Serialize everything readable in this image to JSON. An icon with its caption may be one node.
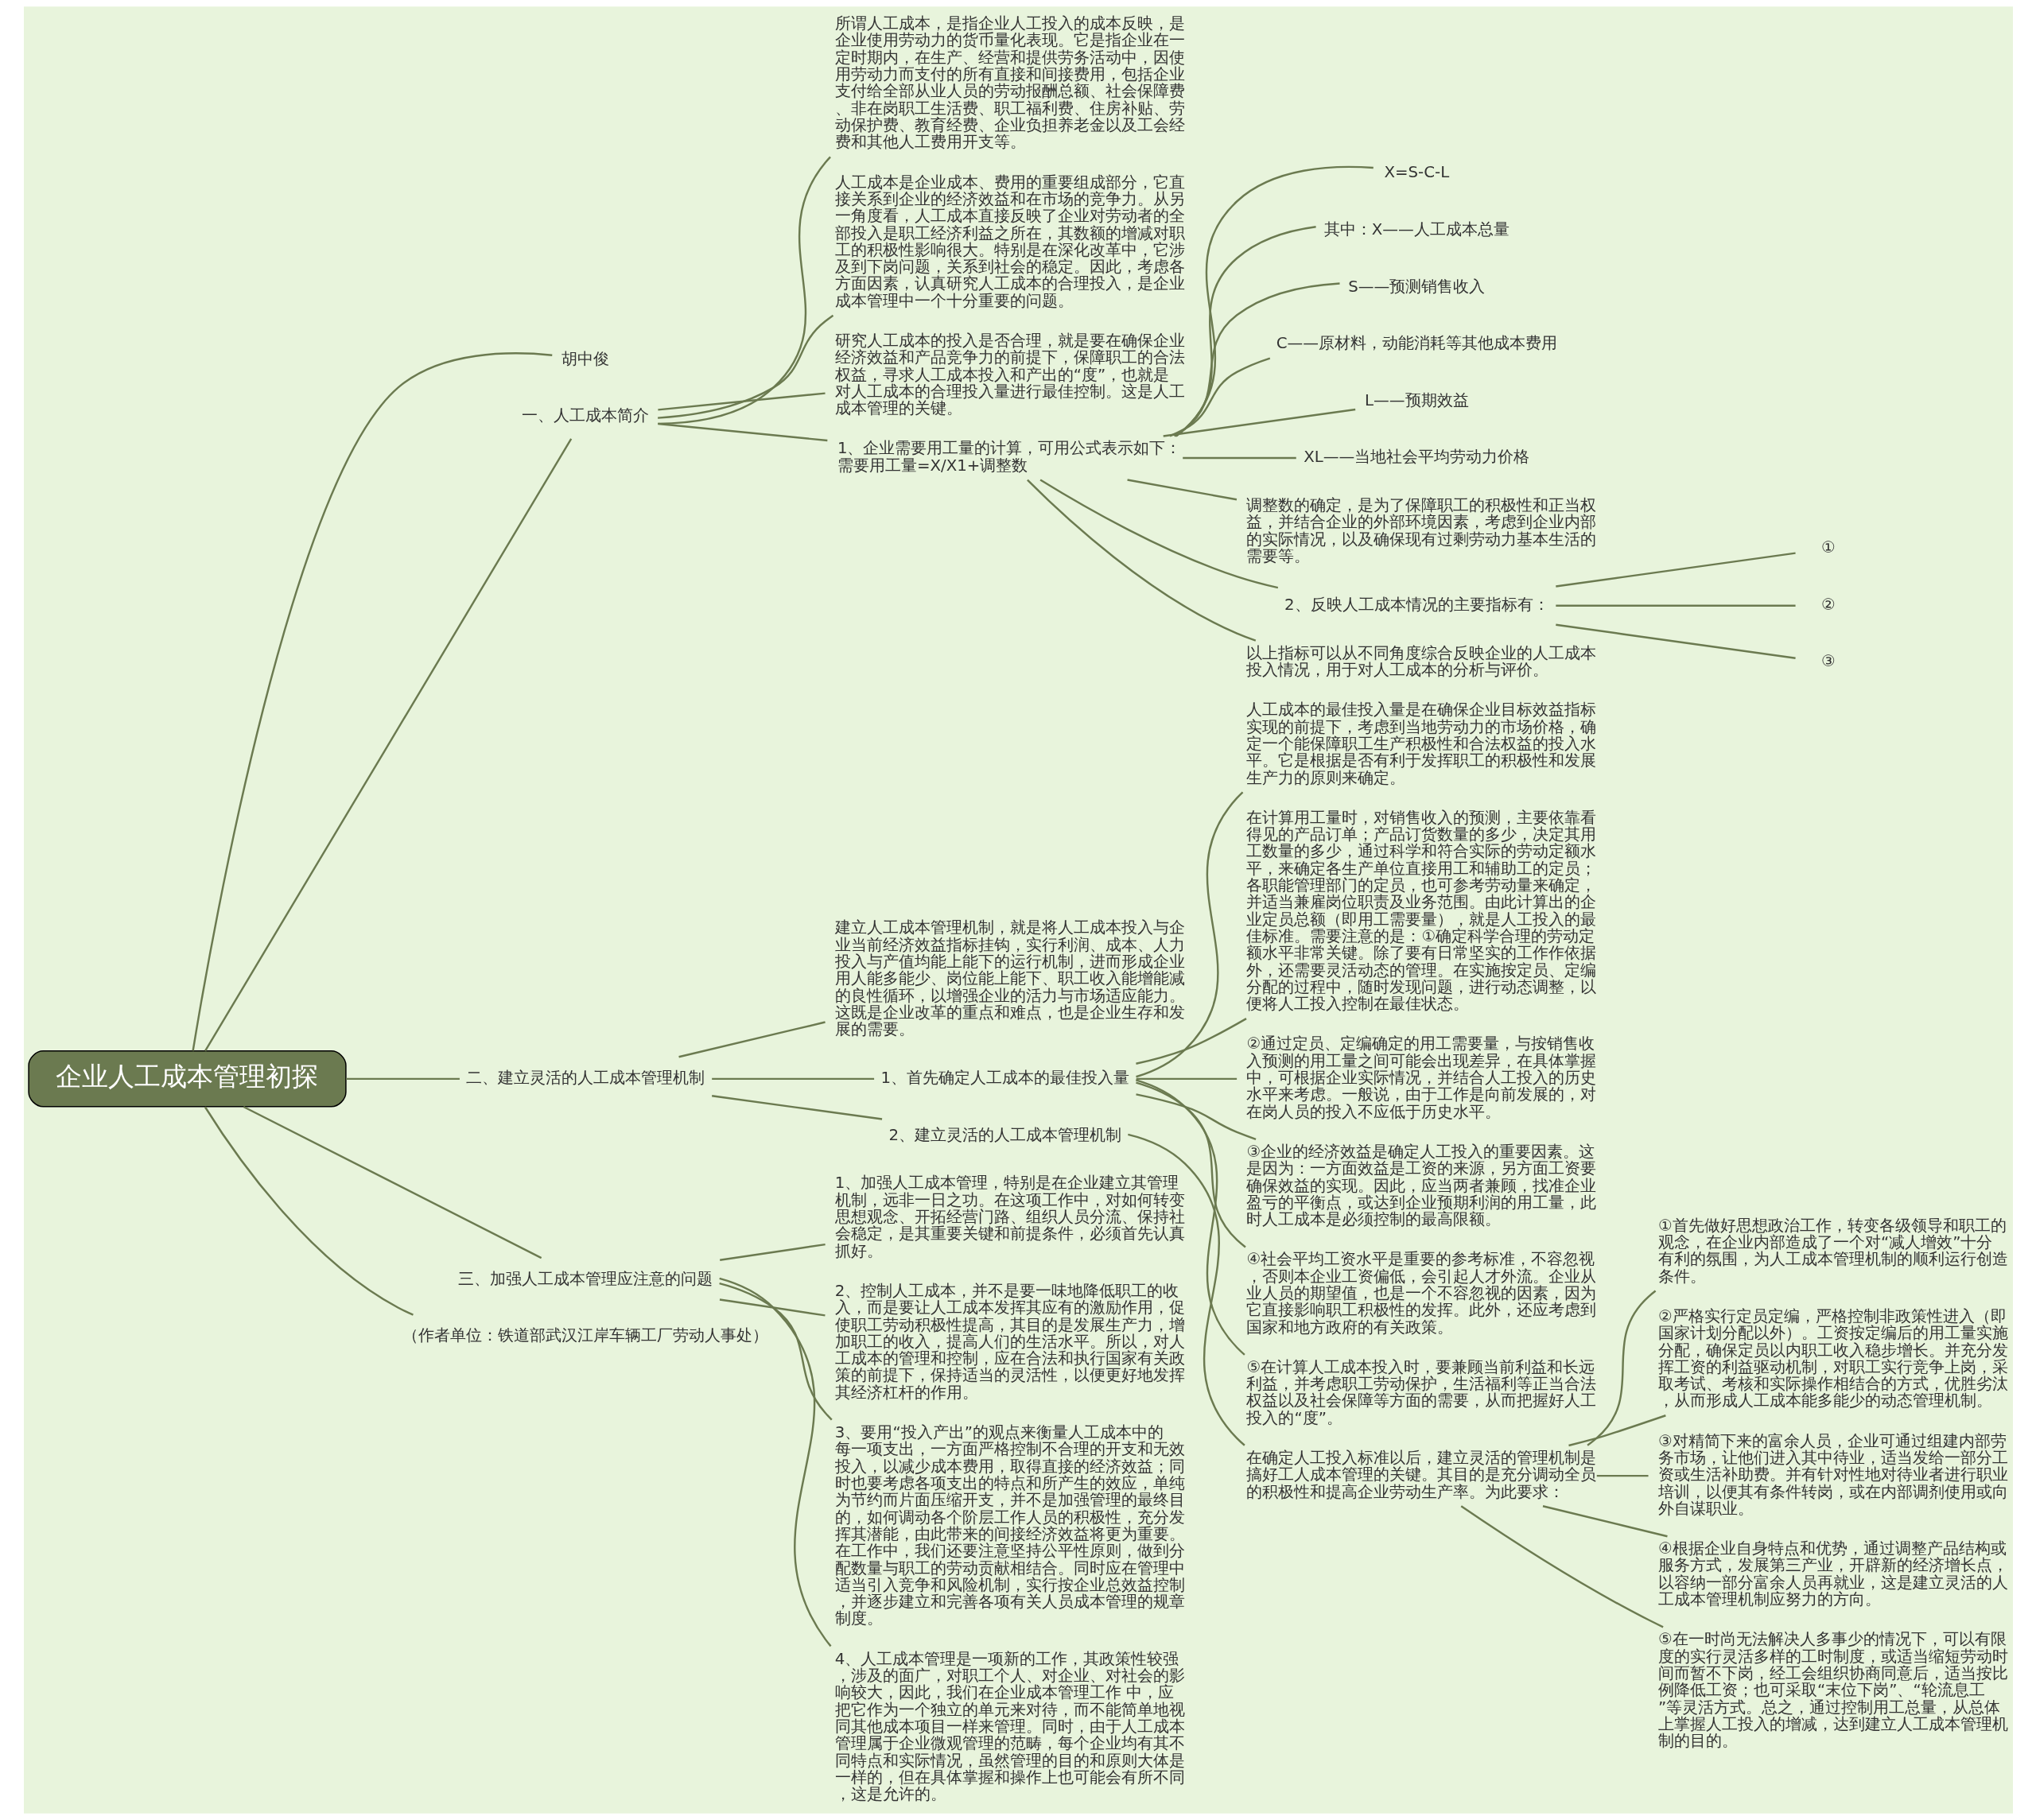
{
  "diagram": {
    "nodes": [
      {
        "text": [
          "企业人工成本管理初探"
        ]
      },
      {
        "text": [
          "胡中俊"
        ]
      },
      {
        "text": [
          "一、人工成本简介"
        ]
      },
      {
        "text": [
          "所谓人工成本，是指企业人工投入的成本反映，是企业使用劳动力的货币量化表现。它是指企业在一定时期内，在生产、经营和提供劳务活动中，因使用劳动力而支付的所有直接和间接费用，包括企业支付给全部从业人员的劳动报酬总额、社会保障费、非在岗职工生活费、职工福利费、住房补贴、劳动保护费、教育经费、企业负担养老金以及工会经费和其他人工费用开支等。"
        ]
      },
      {
        "text": [
          "人工成本是企业成本、费用的重要组成部分，它直接关系到企业的经济效益和在市场的竞争力。从另一角度看，人工成本直接反映了企业对劳动者的全部投入是职工经济利益之所在，其数额的增减对职工的积极性影响很大。特别是在深化改革中，它涉及到下岗问题，关系到社会的稳定。因此，考虑各方面因素，认真研究人工成本的合理投入，是企业成本管理中一个十分重要的问题。"
        ]
      },
      {
        "text": [
          "研究人工成本的投入是否合理，就是要在确保企业经济效益和产品竞争力的前提下，保障职工的合法权益，寻求人工成本投入和产出的“度”，也就是对人工成本的合理投入量进行最佳控制。这是人工成本管理的关键。"
        ]
      },
      {
        "text": [
          "1、企业需要用工量的计算，可用公式表示如下：需要用工量=X/X1+调整数"
        ]
      },
      {
        "text": [
          "X=S-C-L"
        ]
      },
      {
        "text": [
          "其中：X——人工成本总量"
        ]
      },
      {
        "text": [
          "S——预测销售收入"
        ]
      },
      {
        "text": [
          "C——原材料，动能消耗等其他成本费用"
        ]
      },
      {
        "text": [
          "L——预期效益"
        ]
      },
      {
        "text": [
          "XL——当地社会平均劳动力价格"
        ]
      },
      {
        "text": [
          "调整数的确定，是为了保障职工的积极性和正当权益，并结合企业的外部环境因素，考虑到企业内部的实际情况，以及确保现有过剩劳动力基本生活的需要等。"
        ]
      },
      {
        "text": [
          "2、反映人工成本情况的主要指标有："
        ]
      },
      {
        "text": [
          "①"
        ]
      },
      {
        "text": [
          "②"
        ]
      },
      {
        "text": [
          "③"
        ]
      },
      {
        "text": [
          "以上指标可以从不同角度综合反映企业的人工成本投入情况，用于对人工成本的分析与评价。"
        ]
      },
      {
        "text": [
          "二、建立灵活的人工成本管理机制"
        ]
      },
      {
        "text": [
          "建立人工成本管理机制，就是将人工成本投入与企业当前经济效益指标挂钩，实行利润、成本、人力投入与产值均能上能下的运行机制，进而形成企业用人能多能少、岗位能上能下、职工收入能增能减的良性循环，以增强企业的活力与市场适应能力。这既是企业改革的重点和难点，也是企业生存和发展的需要。"
        ]
      },
      {
        "text": [
          "1、首先确定人工成本的最佳投入量"
        ]
      },
      {
        "text": [
          "人工成本的最佳投入量是在确保企业目标效益指标实现的前提下，考虑到当地劳动力的市场价格，确定一个能保障职工生产积极性和合法权益的投入水平。它是根据是否有利于发挥职工的积极性和发展生产力的原则来确定。"
        ]
      },
      {
        "text": [
          "在计算用工量时，对销售收入的预测，主要依靠看得见的产品订单；产品订货数量的多少，决定其用工数量的多少，通过科学和符合实际的劳动定额水平，来确定各生产单位直接用工和辅助工的定员；各职能管理部门的定员，也可参考劳动量来确定，并适当兼雇岗位职责及业务范围。由此计算出的企业定员总额（即用工需要量），就是人工投入的最佳标准。需要注意的是：①确定科学合理的劳动定额水平非常关键。除了要有日常坚实的工作作依据外，还需要灵活动态的管理。在实施按定员、定编分配的过程中，随时发现问题，进行动态调整，以便将人工投入控制在最佳状态。"
        ]
      },
      {
        "text": [
          "②通过定员、定编确定的用工需要量，与按销售收入预测的用工量之间可能会出现差异，在具体掌握中，可根据企业实际情况，并结合人工投入的历史水平来考虑。一般说，由于工作是向前发展的，对在岗人员的投入不应低于历史水平。"
        ]
      },
      {
        "text": [
          "③企业的经济效益是确定人工投入的重要因素。这是因为：一方面效益是工资的来源，另方面工资要确保效益的实现。因此，应当两者兼顾，找准企业盈亏的平衡点，或达到企业预期利润的用工量，此时人工成本是必须控制的最高限额。"
        ]
      },
      {
        "text": [
          "④社会平均工资水平是重要的参考标准，不容忽视，否则本企业工资偏低，会引起人才外流。企业从业人员的期望值，也是一个不容忽视的因素，因为它直接影响职工积极性的发挥。此外，还应考虑到国家和地方政府的有关政策。"
        ]
      },
      {
        "text": [
          "⑤在计算人工成本投入时，要兼顾当前利益和长远利益，并考虑职工劳动保护，生活福利等正当合法权益以及社会保障等方面的需要，从而把握好人工投入的“度”。"
        ]
      },
      {
        "text": [
          "2、建立灵活的人工成本管理机制"
        ]
      },
      {
        "text": [
          "在确定人工投入标准以后，建立灵活的管理机制是搞好工人成本管理的关键。其目的是充分调动全员的积极性和提高企业劳动生产率。为此要求："
        ]
      },
      {
        "text": [
          "①首先做好思想政治工作，转变各级领导和职工的观念，在企业内部造成了一个对“减人增效”十分有利的氛围，为人工成本管理机制的顺利运行创造条件。"
        ]
      },
      {
        "text": [
          "②严格实行定员定编，严格控制非政策性进入（即国家计划分配以外）。工资按定编后的用工量实施分配，确保定员以内职工收入稳步增长。并充分发挥工资的利益驱动机制，对职工实行竞争上岗，采取考试、考核和实际操作相结合的方式，优胜劣汰，从而形成人工成本能多能少的动态管理机制。"
        ]
      },
      {
        "text": [
          "③对精简下来的富余人员，企业可通过组建内部劳务市场，让他们进入其中待业，适当发给一部分工资或生活补助费。并有针对性地对待业者进行职业培训，以便其有条件转岗，或在内部调剂使用或向外自谋职业。"
        ]
      },
      {
        "text": [
          "④根据企业自身特点和优势，通过调整产品结构或服务方式，发展第三产业，开辟新的经济增长点，以容纳一部分富余人员再就业，这是建立灵活的人工成本管理机制应努力的方向。"
        ]
      },
      {
        "text": [
          "⑤在一时尚无法解决人多事少的情况下，可以有限度的实行灵活多样的工时制度，或适当缩短劳动时间而暂不下岗，经工会组织协商同意后，适当按比例降低工资；也可采取“末位下岗”、“轮流息工”等灵活方式。总之，通过控制用工总量，从总体上掌握人工投入的增减，达到建立人工成本管理机制的目的。"
        ]
      },
      {
        "text": [
          "三、加强人工成本管理应注意的问题"
        ]
      },
      {
        "text": [
          "1、加强人工成本管理，特别是在企业建立其管理机制，远非一日之功。在这项工作中，对如何转变思想观念、开拓经营门路、组织人员分流、保持社会稳定，是其重要关键和前提条件，必须首先认真抓好。"
        ]
      },
      {
        "text": [
          "2、控制人工成本，并不是要一味地降低职工的收入，而是要让人工成本发挥其应有的激励作用，促使职工劳动积极性提高，其目的是发展生产力，增加职工的收入，提高人们的生活水平。所以，对人工成本的管理和控制，应在合法和执行国家有关政策的前提下，保持适当的灵活性，以便更好地发挥其经济杠杆的作用。"
        ]
      },
      {
        "text": [
          "3、要用“投入产出”的观点来衡量人工成本中的每一项支出，一方面严格控制不合理的开支和无效投入，以减少成本费用，取得直接的经济效益；同时也要考虑各项支出的特点和所产生的效应，单纯为节约而片面压缩开支，并不是加强管理的最终目的，如何调动各个阶层工作人员的积极性，充分发挥其潜能，由此带来的间接经济效益将更为重要。在工作中，我们还要注意坚持公平性原则，做到分配数量与职工的劳动贡献相结合。同时应在管理中适当引入竞争和风险机制，实行按企业总效益控制，并逐步建立和完善各项有关人员成本管理的规章制度。"
        ]
      },
      {
        "text": [
          "4、人工成本管理是一项新的工作，其政策性较强，涉及的面广，对职工个人、对企业、对社会的影响较大，因此，我们在企业成本管理工作 中，应把它作为一个独立的单元来对待，而不能简单地视同其他成本项目一样来管理。同时，由于人工成本管理属于企业微观管理的范畴，每个企业均有其不同特点和实际情况，虽然管理的目的和原则大体是一样的，但在具体掌握和操作上也可能会有所不同，这是允许的。"
        ]
      },
      {
        "text": [
          "（作者单位：铁道部武汉江岸车辆工厂劳动人事处）"
        ]
      }
    ],
    "edges": [
      {
        "from": 0,
        "to": 1,
        "arrow": "none"
      },
      {
        "from": 0,
        "to": 2,
        "arrow": "none"
      },
      {
        "from": 2,
        "to": 3,
        "arrow": "none"
      },
      {
        "from": 2,
        "to": 4,
        "arrow": "none"
      },
      {
        "from": 2,
        "to": 5,
        "arrow": "none"
      },
      {
        "from": 2,
        "to": 6,
        "arrow": "none"
      },
      {
        "from": 6,
        "to": 7,
        "arrow": "none"
      },
      {
        "from": 6,
        "to": 8,
        "arrow": "none"
      },
      {
        "from": 6,
        "to": 9,
        "arrow": "none"
      },
      {
        "from": 6,
        "to": 10,
        "arrow": "none"
      },
      {
        "from": 6,
        "to": 11,
        "arrow": "none"
      },
      {
        "from": 6,
        "to": 12,
        "arrow": "none"
      },
      {
        "from": 6,
        "to": 13,
        "arrow": "none"
      },
      {
        "from": 6,
        "to": 14,
        "arrow": "none"
      },
      {
        "from": 14,
        "to": 15,
        "arrow": "none"
      },
      {
        "from": 14,
        "to": 16,
        "arrow": "none"
      },
      {
        "from": 14,
        "to": 17,
        "arrow": "none"
      },
      {
        "from": 6,
        "to": 18,
        "arrow": "none"
      },
      {
        "from": 0,
        "to": 19,
        "arrow": "none"
      },
      {
        "from": 19,
        "to": 20,
        "arrow": "none"
      },
      {
        "from": 19,
        "to": 21,
        "arrow": "none"
      },
      {
        "from": 21,
        "to": 22,
        "arrow": "none"
      },
      {
        "from": 21,
        "to": 23,
        "arrow": "none"
      },
      {
        "from": 21,
        "to": 24,
        "arrow": "none"
      },
      {
        "from": 21,
        "to": 25,
        "arrow": "none"
      },
      {
        "from": 21,
        "to": 26,
        "arrow": "none"
      },
      {
        "from": 21,
        "to": 27,
        "arrow": "none"
      },
      {
        "from": 19,
        "to": 28,
        "arrow": "none"
      },
      {
        "from": 28,
        "to": 29,
        "arrow": "none"
      },
      {
        "from": 29,
        "to": 30,
        "arrow": "none"
      },
      {
        "from": 29,
        "to": 31,
        "arrow": "none"
      },
      {
        "from": 29,
        "to": 32,
        "arrow": "none"
      },
      {
        "from": 29,
        "to": 33,
        "arrow": "none"
      },
      {
        "from": 29,
        "to": 34,
        "arrow": "none"
      },
      {
        "from": 0,
        "to": 35,
        "arrow": "none"
      },
      {
        "from": 35,
        "to": 36,
        "arrow": "none"
      },
      {
        "from": 35,
        "to": 37,
        "arrow": "none"
      },
      {
        "from": 35,
        "to": 38,
        "arrow": "none"
      },
      {
        "from": 35,
        "to": 39,
        "arrow": "none"
      },
      {
        "from": 0,
        "to": 40,
        "arrow": "none"
      }
    ]
  }
}
